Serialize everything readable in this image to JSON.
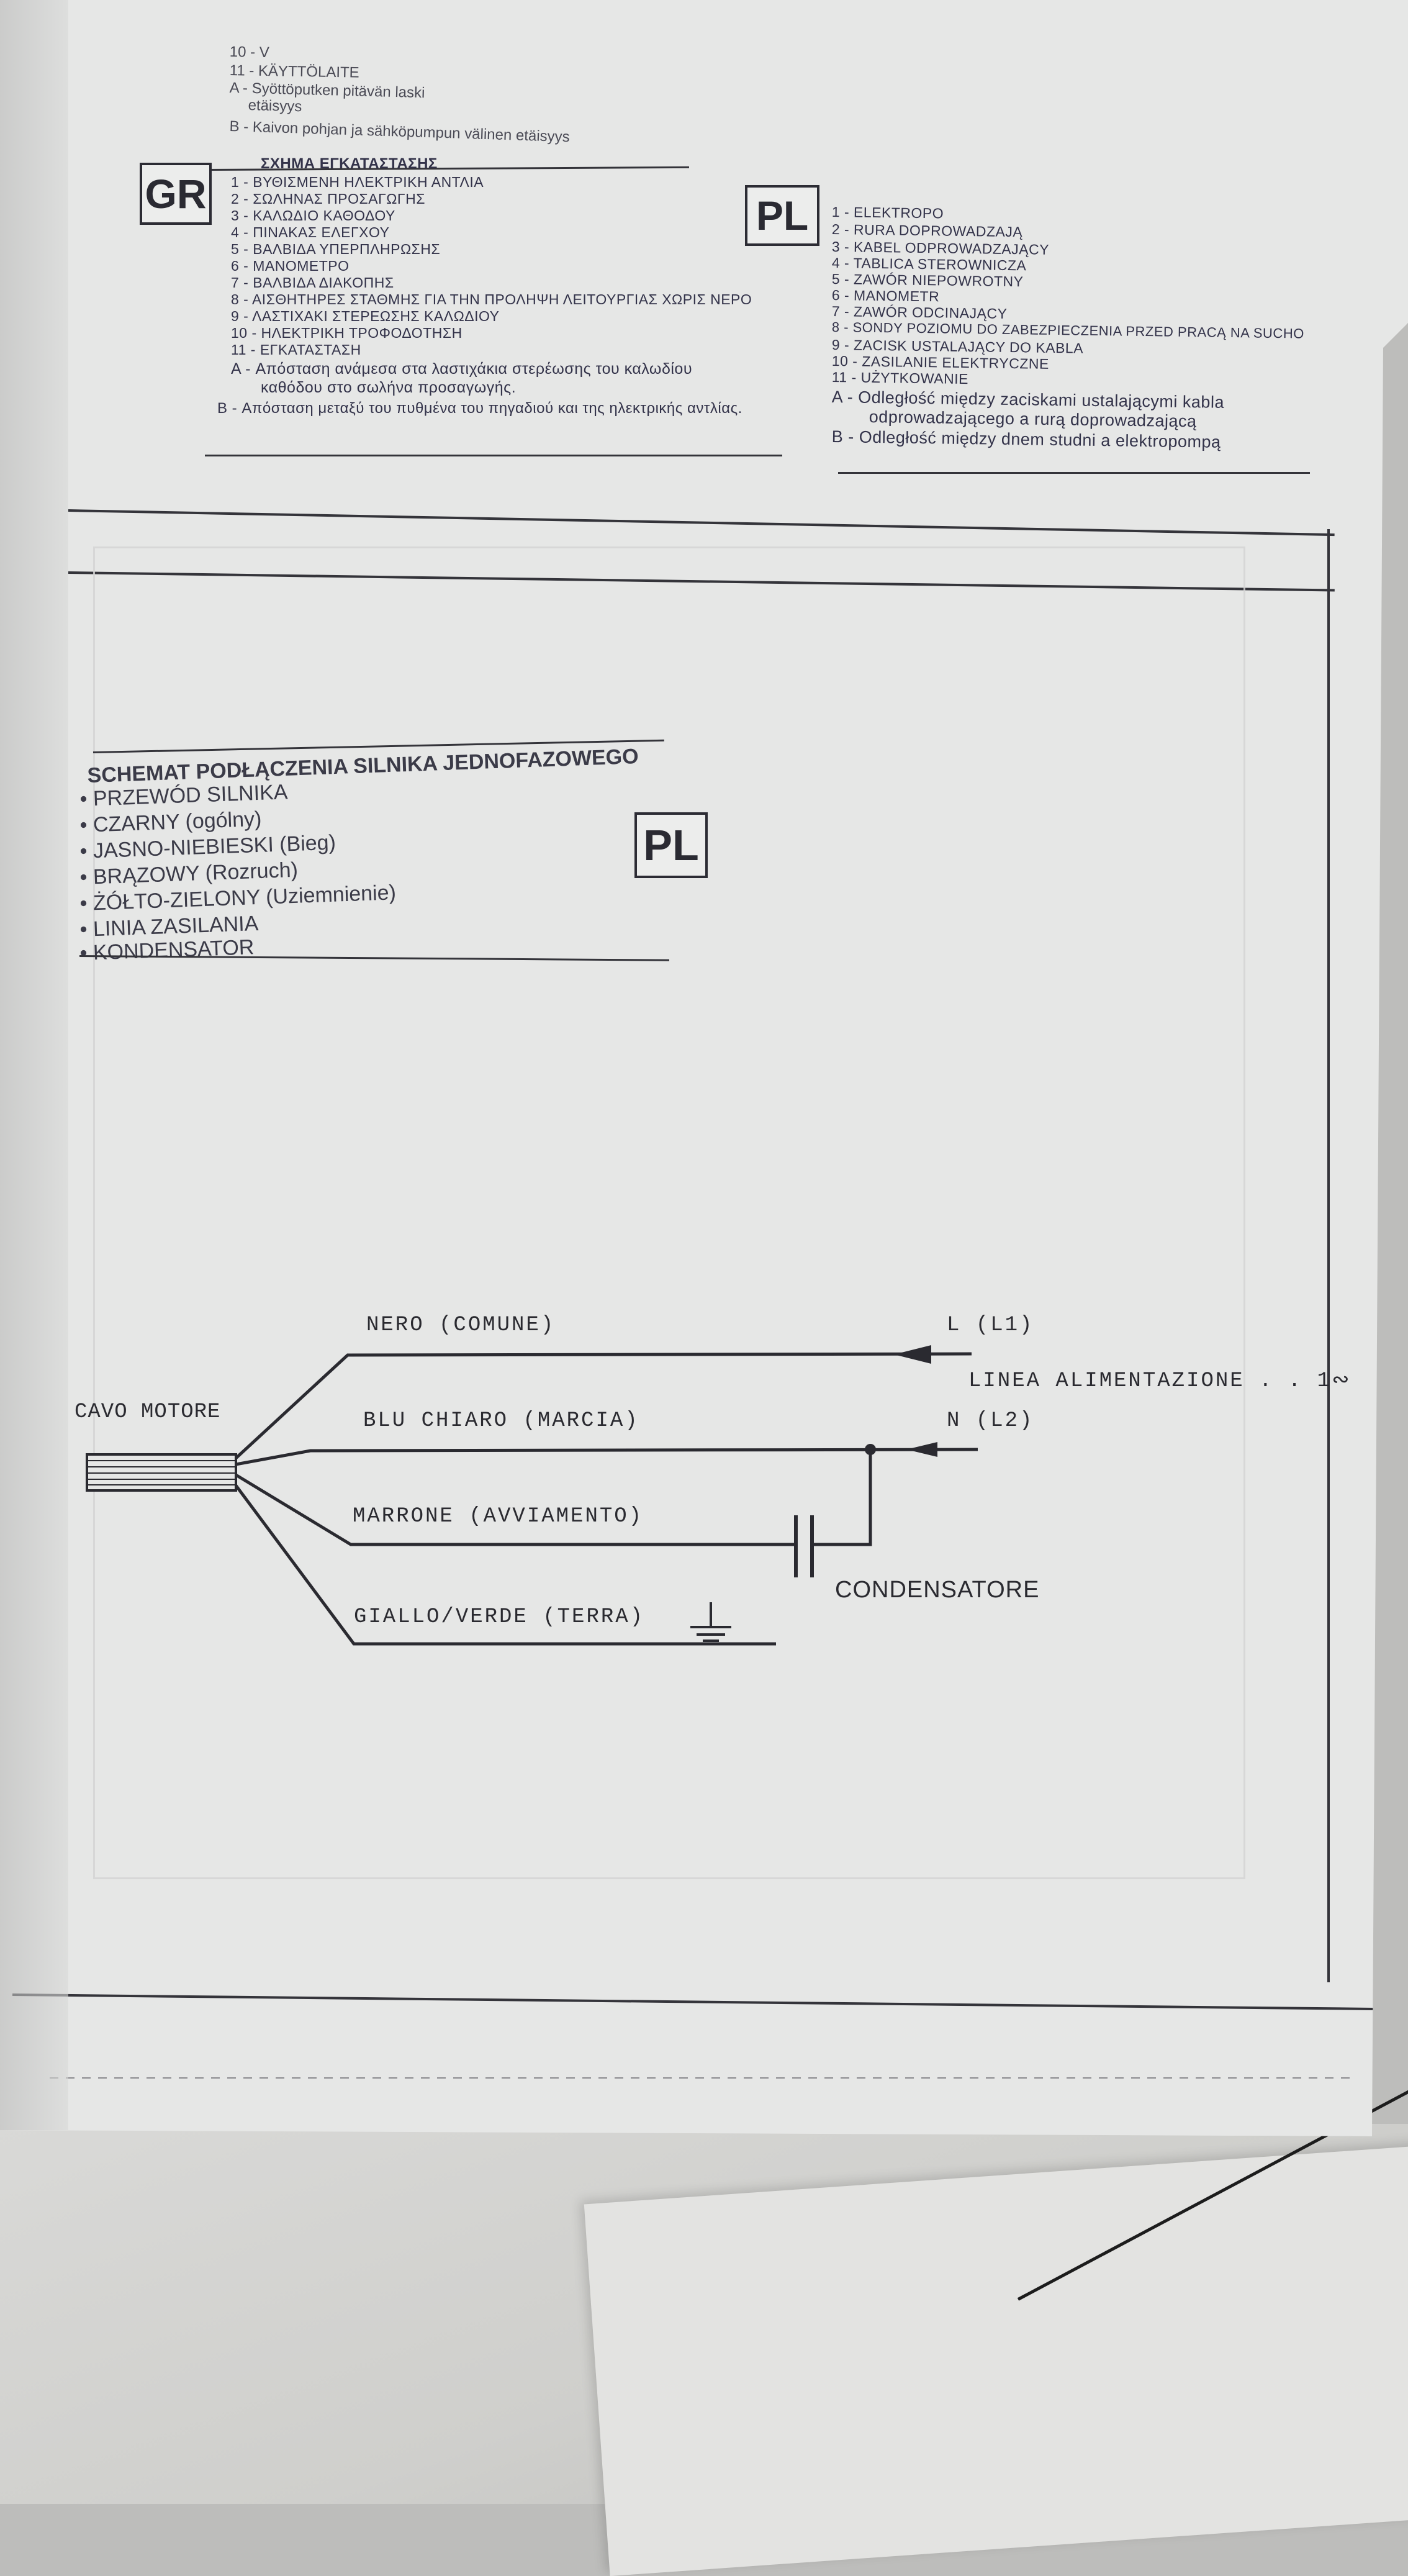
{
  "fi_section": {
    "lines": [
      "10 - V",
      "11 - KÄYTTÖLAITE",
      "A - Syöttöputken pitävän laski",
      "etäisyys",
      "B - Kaivon pohjan ja sähköpumpun välinen etäisyys"
    ]
  },
  "gr_section": {
    "badge": "GR",
    "title": "ΣΧΗΜΑ ΕΓΚΑΤΑΣΤΑΣΗΣ",
    "lines": [
      "1 - ΒΥΘΙΣΜΕΝΗ ΗΛΕΚΤΡΙΚΗ ΑΝΤΛΙΑ",
      "2 - ΣΩΛΗΝΑΣ ΠΡΟΣΑΓΩΓΗΣ",
      "3 - ΚΑΛΩΔΙΟ ΚΑΘΟΔΟΥ",
      "4 - ΠΙΝΑΚΑΣ ΕΛΕΓΧΟΥ",
      "5 - ΒΑΛΒΙΔΑ ΥΠΕΡΠΛΗΡΩΣΗΣ",
      "6 - ΜΑΝΟΜΕΤΡΟ",
      "7 - ΒΑΛΒΙΔΑ ΔΙΑΚΟΠΗΣ",
      "8 - ΑΙΣΘΗΤΗΡΕΣ ΣΤΑΘΜΗΣ ΓΙΑ ΤΗΝ ΠΡΟΛΗΨΗ ΛΕΙΤΟΥΡΓΙΑΣ ΧΩΡΙΣ ΝΕΡΟ",
      "9 - ΛΑΣΤΙΧΑΚΙ ΣΤΕΡΕΩΣΗΣ ΚΑΛΩΔΙΟΥ",
      "10 - ΗΛΕΚΤΡΙΚΗ ΤΡΟΦΟΔΟΤΗΣΗ",
      "11 - ΕΓΚΑΤΑΣΤΑΣΗ",
      "A - Απόσταση ανάμεσα στα λαστιχάκια στερέωσης του καλωδίου",
      "καθόδου στο σωλήνα προσαγωγής.",
      "B - Απόσταση μεταξύ του πυθμένα του πηγαδιού και της ηλεκτρικής αντλίας."
    ]
  },
  "pl_section": {
    "badge": "PL",
    "lines": [
      "1 - ELEKTROPO",
      "2 - RURA DOPROWADZAJĄ",
      "3 - KABEL ODPROWADZAJĄCY",
      "4 - TABLICA STEROWNICZA",
      "5 - ZAWÓR NIEPOWROTNY",
      "6 - MANOMETR",
      "7 - ZAWÓR ODCINAJĄCY",
      "8 - SONDY POZIOMU DO ZABEZPIECZENIA PRZED PRACĄ NA SUCHO",
      "9 - ZACISK USTALAJĄCY DO KABLA",
      "10 - ZASILANIE ELEKTRYCZNE",
      "11 - UŻYTKOWANIE",
      "A - Odległość między zaciskami ustalającymi kabla",
      "odprowadzającego a rurą doprowadzającą",
      "B - Odległość między dnem studni a elektropompą"
    ]
  },
  "schemat": {
    "badge": "PL",
    "title": "SCHEMAT PODŁĄCZENIA SILNIKA JEDNOFAZOWEGO",
    "items": [
      "• PRZEWÓD SILNIKA",
      "• CZARNY (ogólny)",
      "• JASNO-NIEBIESKI (Bieg)",
      "• BRĄZOWY (Rozruch)",
      "• ŻÓŁTO-ZIELONY (Uziemnienie)",
      "• LINIA ZASILANIA",
      "• KONDENSATOR"
    ]
  },
  "wiring": {
    "cable_label": "CAVO MOTORE",
    "wire_black": "NERO (COMUNE)",
    "wire_blue": "BLU CHIARO (MARCIA)",
    "wire_brown": "MARRONE (AVVIAMENTO)",
    "wire_ground": "GIALLO/VERDE (TERRA)",
    "terminal_l": "L (L1)",
    "terminal_n": "N (L2)",
    "supply_line": "LINEA ALIMENTAZIONE . . 1∾",
    "capacitor": "CONDENSATORE"
  }
}
